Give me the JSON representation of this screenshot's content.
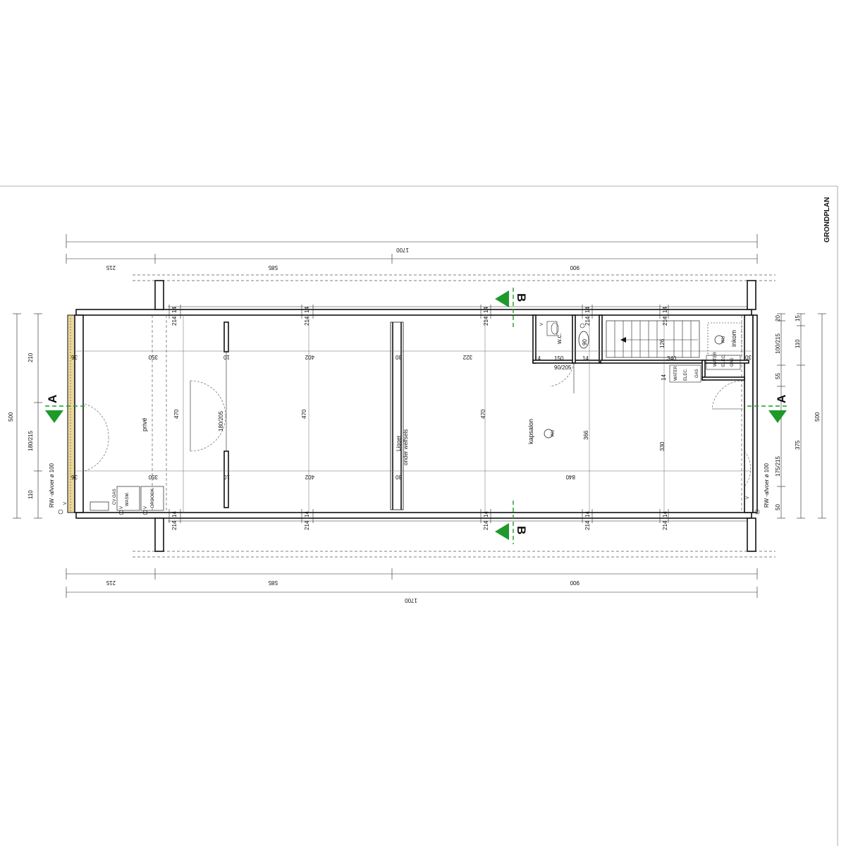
{
  "sheet": {
    "title": "GRONDPLAN"
  },
  "dimensions": {
    "top_total": "1700",
    "top_segments": [
      "215",
      "585",
      "900"
    ],
    "bottom_segments": [
      "215",
      "585",
      "900"
    ],
    "bottom_total": "1700",
    "left_segments": [
      "210",
      "180/215",
      "110"
    ],
    "left_total": "500",
    "right_segments": [
      "15",
      "20",
      "110",
      "100/215",
      "55",
      "375",
      "175/215",
      "50"
    ],
    "right_total": "500",
    "wall_offsets": [
      "14",
      "214"
    ],
    "room_lengths": [
      "350",
      "10",
      "402",
      "30",
      "322",
      "840"
    ],
    "room_depths": [
      "470",
      "470",
      "470",
      "366",
      "330",
      "126"
    ],
    "wall_thickness": [
      "36",
      "36",
      "10",
      "10",
      "30",
      "30",
      "14",
      "150",
      "14",
      "340",
      "14",
      "30"
    ]
  },
  "rooms": {
    "prive": "privé",
    "kapsalon": "kapsalon",
    "wc": "w.c.",
    "inkom": "inkom"
  },
  "doors": {
    "main": "180/205",
    "wc": "90/205",
    "wc_small": "90"
  },
  "labels": {
    "beam": [
      "Ligger",
      "onder welfsels"
    ],
    "rw_left": "RW -afvoer ø 100",
    "rw_right": "RW -afvoer ø 100",
    "rm": "RM",
    "v": "V",
    "cv_gas": "CV GAS",
    "wasm": "WASM.",
    "droogk": "DROOGK.",
    "water": "WATER",
    "elec": "ELEC.",
    "gas": "GAS"
  },
  "section_markers": {
    "a": "A",
    "b": "B"
  },
  "colors": {
    "marker": "#1e9a2a",
    "ink": "#111111"
  }
}
